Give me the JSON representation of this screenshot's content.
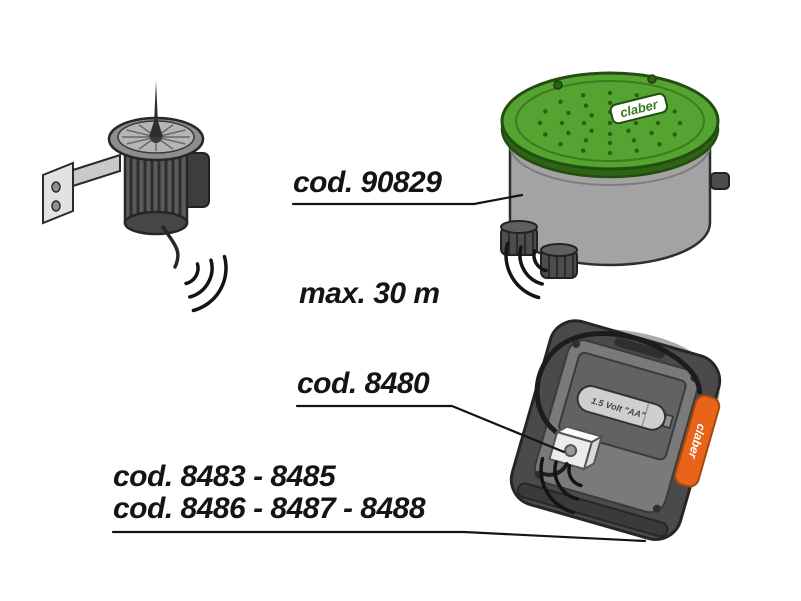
{
  "canvas": {
    "background": "#ffffff"
  },
  "labels": {
    "valve_box_code": "cod. 90829",
    "range": "max. 30 m",
    "interface_code": "cod. 8480",
    "timer_codes_line1": "cod. 8483 - 8485",
    "timer_codes_line2": "cod. 8486 - 8487 - 8488"
  },
  "brand": {
    "lid_label": "claber",
    "strip_label": "claber"
  },
  "timer": {
    "battery_label": "1.5 Volt \"AA\""
  },
  "icons": {
    "radio_waves_sensor": "radio-waves",
    "radio_waves_valve_box": "radio-waves",
    "radio_waves_timer": "radio-waves"
  },
  "colors": {
    "background": "#ffffff",
    "text": "#141414",
    "lid_green": "#55a330",
    "lid_green_dark": "#2f6414",
    "body_gray": "#a3a3a3",
    "device_dark": "#4a4a4a",
    "accent_orange": "#e8641b"
  }
}
